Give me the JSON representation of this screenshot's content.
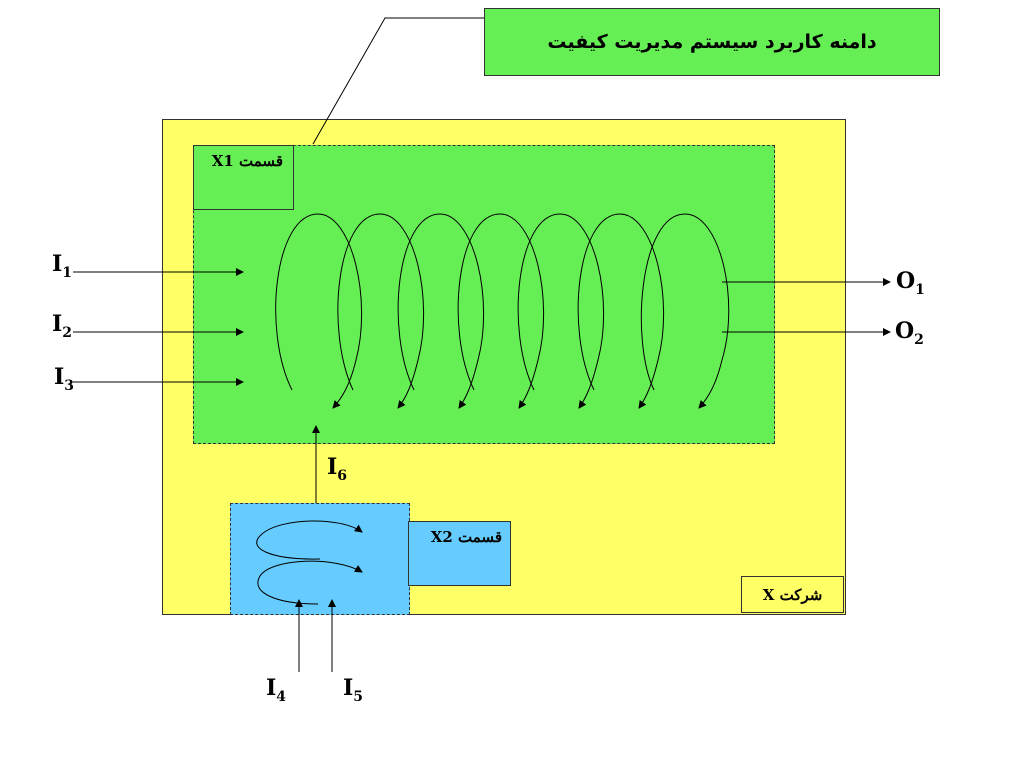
{
  "title": "دامنه کاربرد سیستم مدیریت کیفیت",
  "section_x1_label": "قسمت X1",
  "section_x2_label": "قسمت X2",
  "company_label": "شرکت X",
  "inputs": [
    {
      "main": "I",
      "sub": "1"
    },
    {
      "main": "I",
      "sub": "2"
    },
    {
      "main": "I",
      "sub": "3"
    },
    {
      "main": "I",
      "sub": "4"
    },
    {
      "main": "I",
      "sub": "5"
    },
    {
      "main": "I",
      "sub": "6"
    }
  ],
  "outputs": [
    {
      "main": "O",
      "sub": "1"
    },
    {
      "main": "O",
      "sub": "2"
    }
  ],
  "colors": {
    "title_box": "#66ee55",
    "company": "#ffff66",
    "section_x1": "#66ee55",
    "section_x2": "#66ccff"
  }
}
